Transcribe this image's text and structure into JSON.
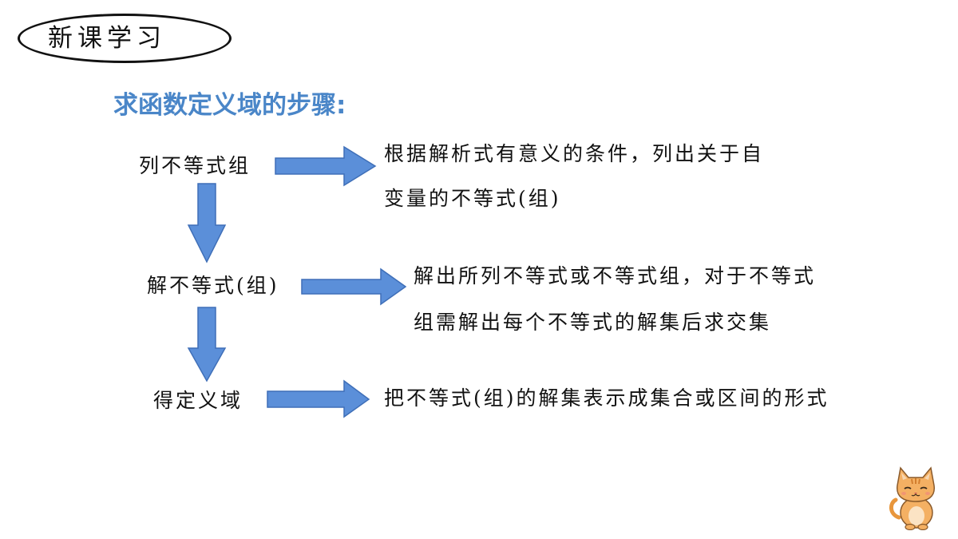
{
  "badge": {
    "label": "新课学习"
  },
  "heading": {
    "text": "求函数定义域的步骤:"
  },
  "steps": [
    {
      "label": "列不等式组",
      "description_lines": [
        "根据解析式有意义的条件，列出关于自",
        "变量的不等式(组)"
      ]
    },
    {
      "label": "解不等式(组)",
      "description_lines": [
        "解出所列不等式或不等式组，对于不等式",
        "组需解出每个不等式的解集后求交集"
      ]
    },
    {
      "label": "得定义域",
      "description_lines": [
        "把不等式(组)的解集表示成集合或区间的形式"
      ]
    }
  ],
  "colors": {
    "arrow_fill": "#5b8fd9",
    "arrow_stroke": "#3f6fb8",
    "heading": "#4a86c8",
    "cat_body": "#f4b063"
  },
  "icons": {
    "mascot": "cat-mascot-icon"
  }
}
